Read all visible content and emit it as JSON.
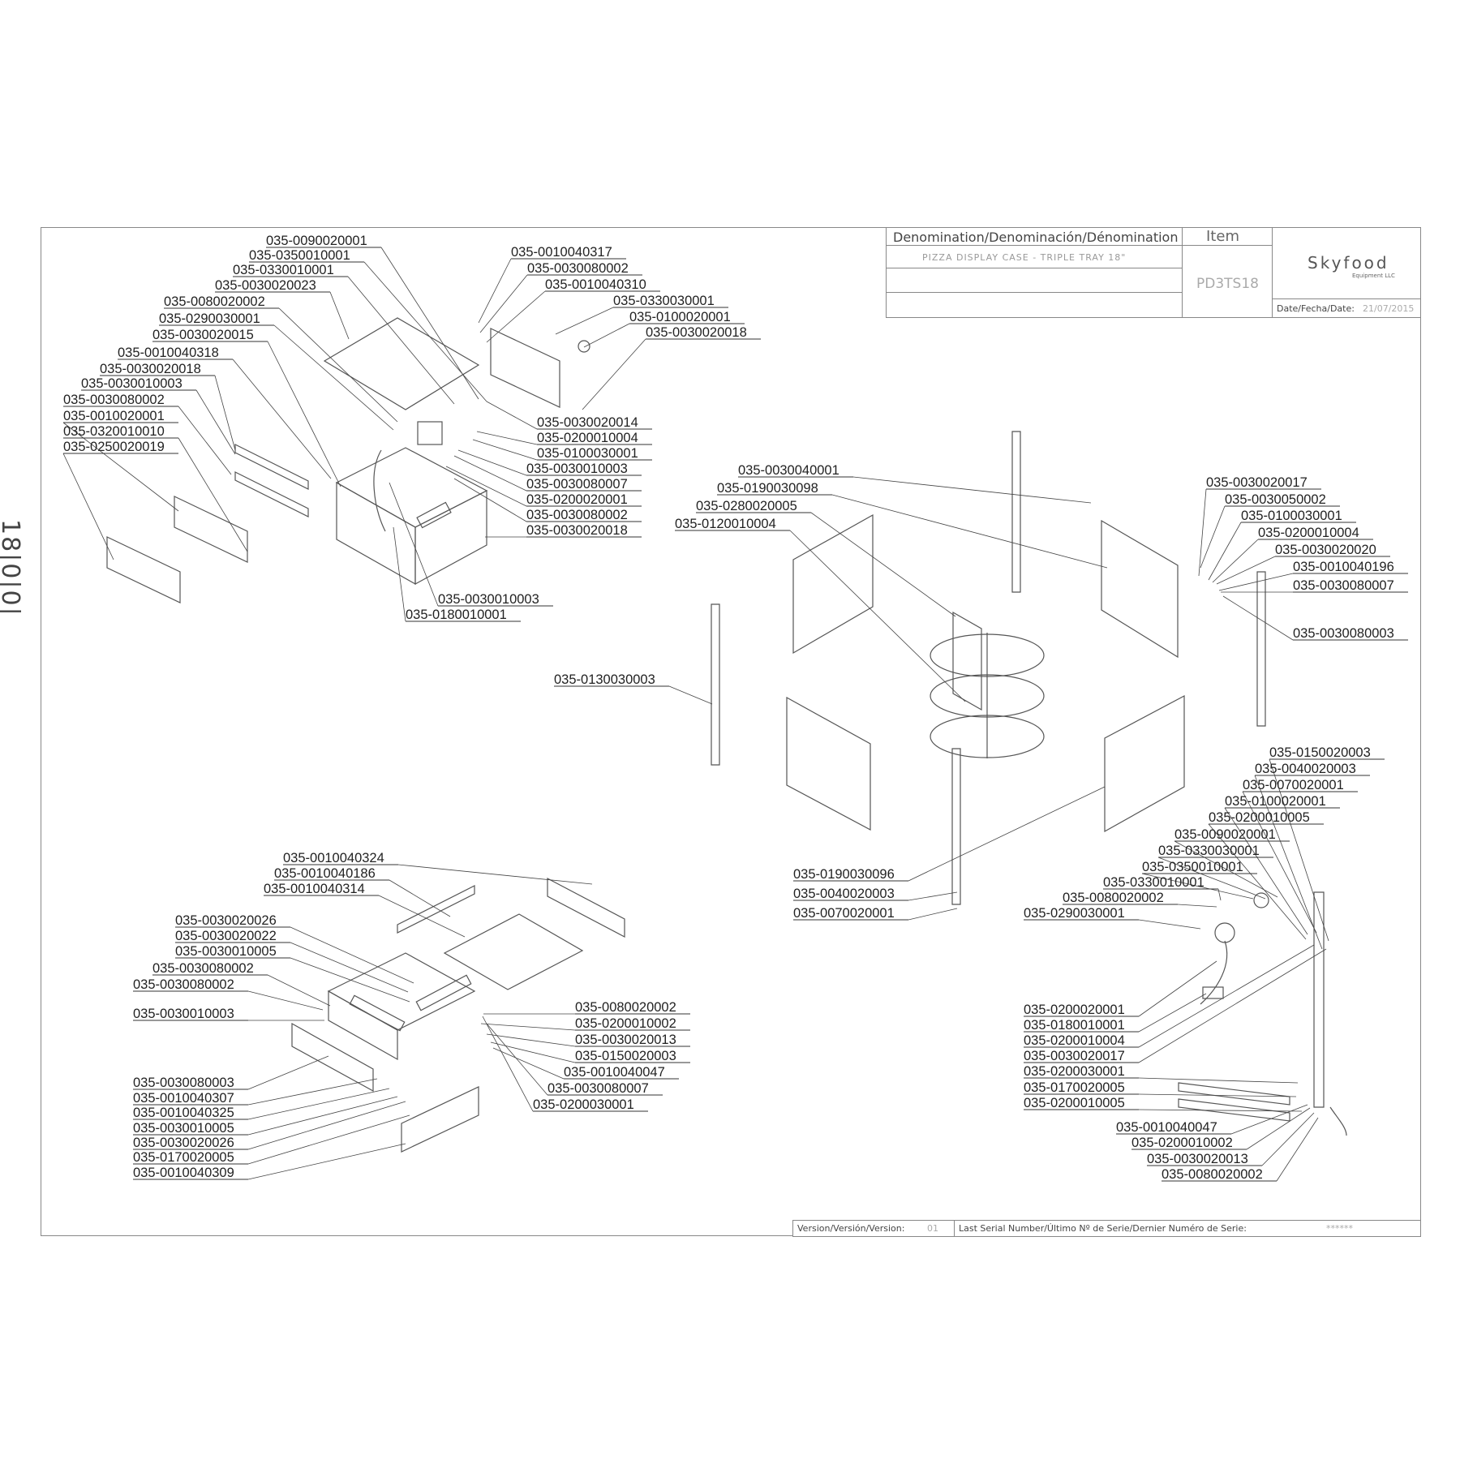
{
  "title_block": {
    "denomination_header": "Denomination/Denominación/Dénomination",
    "item_header": "Item",
    "description": "PIZZA DISPLAY CASE - TRIPLE TRAY 18\"",
    "item_code": "PD3TS18",
    "brand_logo": "Skyfood",
    "brand_logo_sub": "Equipment LLC",
    "date_label": "Date/Fecha/Date:",
    "date_value": "21/07/2015"
  },
  "footer": {
    "version_label": "Version/Versión/Version:",
    "version_value": "01",
    "serial_label": "Last Serial Number/Último Nº de Serie/Dernier Numéro de Serie:",
    "serial_value": "******"
  },
  "side_mark": "18|0|0|",
  "callouts": {
    "assembly_top_left": [
      "035-0090020001",
      "035-0350010001",
      "035-0330010001",
      "035-0030020023",
      "035-0080020002",
      "035-0290030001",
      "035-0030020015",
      "035-0010040318",
      "035-0030020018",
      "035-0030010003",
      "035-0030080002",
      "035-0010020001",
      "035-0320010010",
      "035-0250020019",
      "035-0010040317",
      "035-0030080002",
      "035-0010040310",
      "035-0330030001",
      "035-0100020001",
      "035-0030020018",
      "035-0030020014",
      "035-0200010004",
      "035-0100030001",
      "035-0030010003",
      "035-0030080007",
      "035-0200020001",
      "035-0030080002",
      "035-0030020018",
      "035-0030010003",
      "035-0180010001"
    ],
    "assembly_center": [
      "035-0030040001",
      "035-0190030098",
      "035-0280020005",
      "035-0120010004",
      "035-0130030003",
      "035-0030020017",
      "035-0030050002",
      "035-0100030001",
      "035-0200010004",
      "035-0030020020",
      "035-0010040196",
      "035-0030080007",
      "035-0030080003",
      "035-0190030096",
      "035-0040020003",
      "035-0070020001"
    ],
    "assembly_bottom_left": [
      "035-0010040324",
      "035-0010040186",
      "035-0010040314",
      "035-0030020026",
      "035-0030020022",
      "035-0030010005",
      "035-0030080002",
      "035-0030080002",
      "035-0030010003",
      "035-0080020002",
      "035-0200010002",
      "035-0030020013",
      "035-0150020003",
      "035-0010040047",
      "035-0030080007",
      "035-0200030001",
      "035-0030080003",
      "035-0010040307",
      "035-0010040325",
      "035-0030010005",
      "035-0030020026",
      "035-0170020005",
      "035-0010040309"
    ],
    "assembly_bottom_right": [
      "035-0150020003",
      "035-0040020003",
      "035-0070020001",
      "035-0100020001",
      "035-0200010005",
      "035-0090020001",
      "035-0330030001",
      "035-0350010001",
      "035-0330010001",
      "035-0080020002",
      "035-0290030001",
      "035-0200020001",
      "035-0180010001",
      "035-0200010004",
      "035-0030020017",
      "035-0200030001",
      "035-0170020005",
      "035-0200010005",
      "035-0010040047",
      "035-0200010002",
      "035-0030020013",
      "035-0080020002"
    ]
  }
}
